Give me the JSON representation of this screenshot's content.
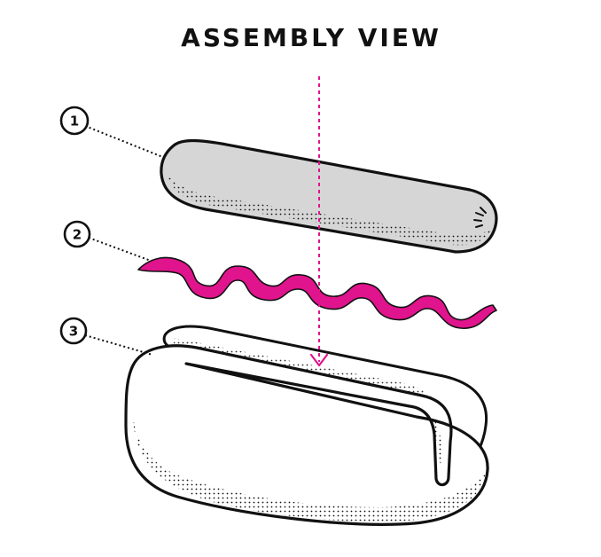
{
  "title": "ASSEMBLY VIEW",
  "parts": [
    {
      "number": "1",
      "item": "sausage"
    },
    {
      "number": "2",
      "item": "mustard-squiggle"
    },
    {
      "number": "3",
      "item": "bun"
    }
  ],
  "colors": {
    "ink": "#111111",
    "sausage_fill": "#d6d6d6",
    "mustard": "#e0148c",
    "arrow": "#e0148c",
    "bun_fill": "#ffffff"
  }
}
